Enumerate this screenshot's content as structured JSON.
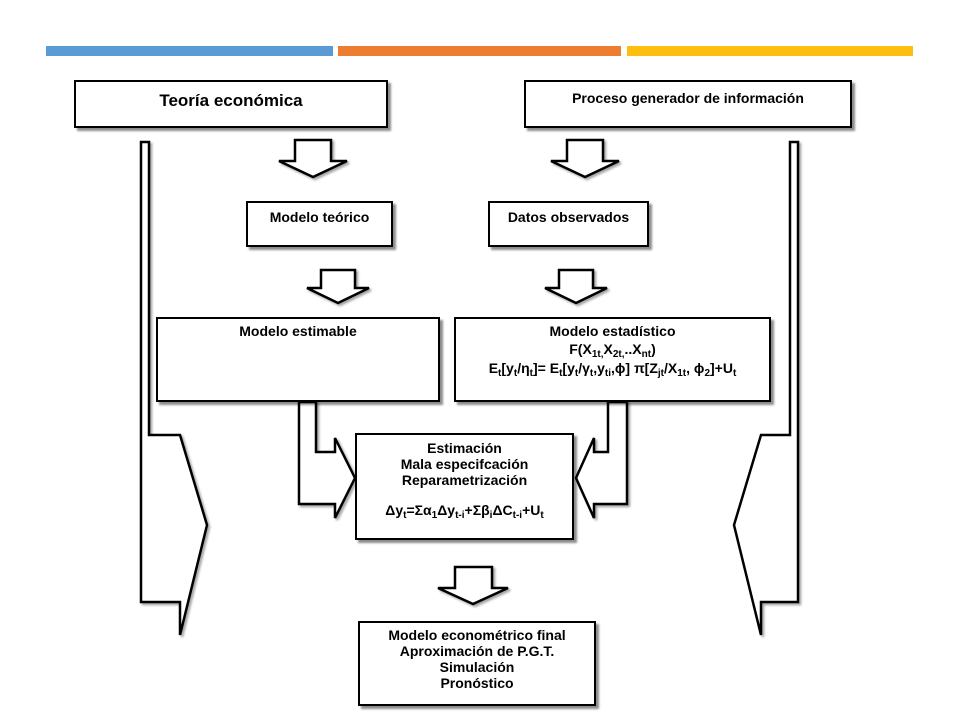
{
  "colors": {
    "bar_blue": "#5b9bd5",
    "bar_orange": "#ed7d31",
    "bar_yellow": "#fcbf10"
  },
  "teoria": "Teoría económica",
  "proceso": "Proceso generador de información",
  "modelo_teorico": "Modelo teórico",
  "datos_observados": "Datos observados",
  "modelo_estimable": "Modelo estimable",
  "modelo_estadistico": {
    "title": "Modelo estadístico",
    "f_pre": "F(X",
    "f_s1": "1t,",
    "f_mid1": "X",
    "f_s2": "2t,",
    "f_mid2": "..X",
    "f_s3": "nt",
    "f_post": ")",
    "e1": "E",
    "e1s": "t",
    "e2": "[y",
    "e2s": "t",
    "e3": "/η",
    "e3s": "t",
    "e4": "]= E",
    "e4s": "t",
    "e5": "[y",
    "e5s": "t",
    "e6": "/γ",
    "e6s": "t",
    "e7": ",y",
    "e7s": "ti",
    "e8": ",ϕ] π[Z",
    "e8s": "jt",
    "e9": "/X",
    "e9s": "1t",
    "e10": ", ϕ",
    "e10s": "2",
    "e11": "]+U",
    "e11s": "t"
  },
  "estimacion": {
    "l1": "Estimación",
    "l2": "Mala especifcación",
    "l3": "Reparametrización",
    "q1": "Δy",
    "q1s": "t",
    "q2": "=Σα",
    "q2s": "1",
    "q3": "Δy",
    "q3s": "t-i",
    "q4": "+Σβ",
    "q4s": "i",
    "q5": "ΔC",
    "q5s": "t-i",
    "q6": "+U",
    "q6s": "t"
  },
  "final": {
    "l1": "Modelo econométrico final",
    "l2": "Aproximación de P.G.T.",
    "l3": "Simulación",
    "l4": "Pronóstico"
  }
}
